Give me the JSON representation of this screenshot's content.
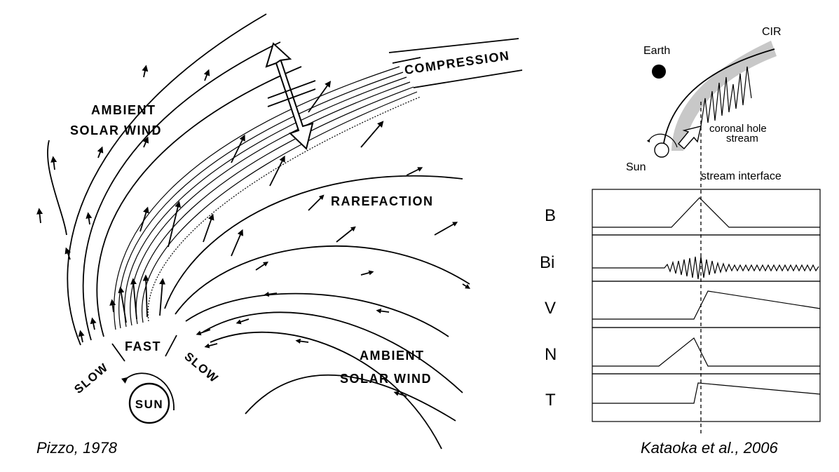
{
  "left_diagram": {
    "labels": {
      "ambient_top": [
        "AMBIENT",
        "SOLAR WIND"
      ],
      "compression": "COMPRESSION",
      "rarefaction": "RAREFACTION",
      "ambient_bottom": [
        "AMBIENT",
        "SOLAR WIND"
      ],
      "fast": "FAST",
      "slow_left": "SLOW",
      "slow_right": "SLOW",
      "sun": "SUN"
    },
    "citation": "Pizzo, 1978"
  },
  "right_diagram": {
    "labels": {
      "cir": "CIR",
      "earth": "Earth",
      "coronal_hole": [
        "coronal hole",
        "stream"
      ],
      "sun": "Sun",
      "stream_interface": "stream interface"
    },
    "rows": [
      "B",
      "Bi",
      "V",
      "N",
      "T"
    ],
    "citation": "Kataoka et al., 2006"
  }
}
